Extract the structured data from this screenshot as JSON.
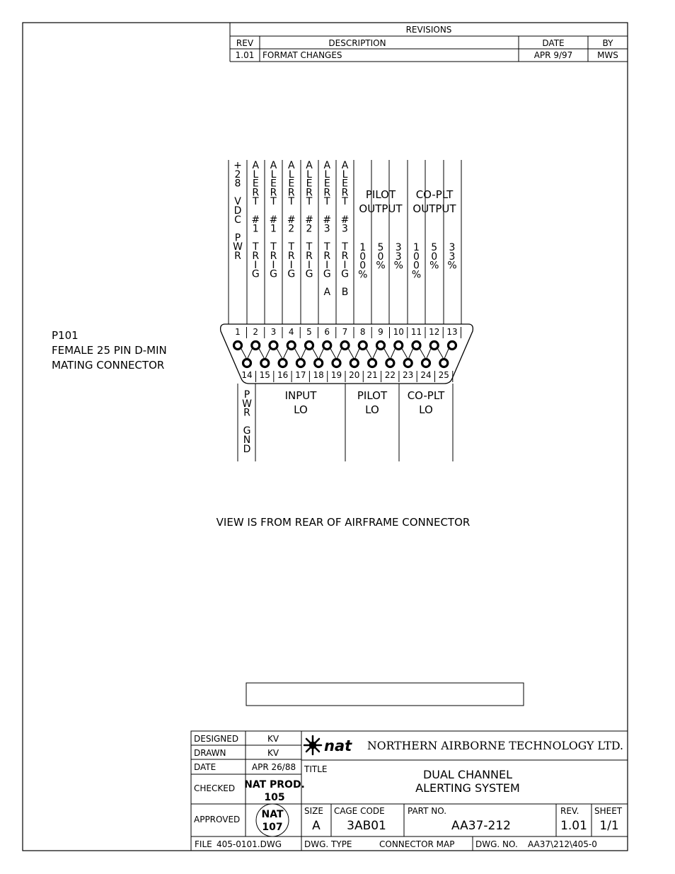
{
  "revisions": {
    "title": "REVISIONS",
    "headers": {
      "rev": "REV",
      "description": "DESCRIPTION",
      "date": "DATE",
      "by": "BY"
    },
    "rows": [
      {
        "rev": "1.01",
        "description": "FORMAT CHANGES",
        "date": "APR 9/97",
        "by": "MWS"
      }
    ]
  },
  "pin_labels_top": [
    "+28 VDC PWR",
    "ALERT #1 TRIG",
    "ALERT #1 TRIG",
    "ALERT #2 TRIG",
    "ALERT #2 TRIG",
    "ALERT #3 TRIG A",
    "ALERT #3 TRIG B",
    "100%",
    "50%",
    "33%",
    "100%",
    "50%",
    "33%"
  ],
  "group_labels_top": [
    {
      "line1": "PILOT",
      "line2": "OUTPUT"
    },
    {
      "line1": "CO-PLT",
      "line2": "OUTPUT"
    }
  ],
  "pins_top": [
    "1",
    "2",
    "3",
    "4",
    "5",
    "6",
    "7",
    "8",
    "9",
    "10",
    "11",
    "12",
    "13"
  ],
  "pins_bottom": [
    "14",
    "15",
    "16",
    "17",
    "18",
    "19",
    "20",
    "21",
    "22",
    "23",
    "24",
    "25"
  ],
  "bottom_labels": [
    {
      "text": "PWR GND"
    },
    {
      "line1": "INPUT",
      "line2": "LO"
    },
    {
      "line1": "PILOT",
      "line2": "LO"
    },
    {
      "line1": "CO-PLT",
      "line2": "LO"
    }
  ],
  "connector_label": [
    "P101",
    "FEMALE 25 PIN D-MIN",
    "MATING CONNECTOR"
  ],
  "view_note": "VIEW IS FROM REAR OF AIRFRAME CONNECTOR",
  "title_block": {
    "designed_label": "DESIGNED",
    "designed": "KV",
    "drawn_label": "DRAWN",
    "drawn": "KV",
    "date_label": "DATE",
    "date": "APR 26/88",
    "checked_label": "CHECKED",
    "checked_line1": "NAT PROD.",
    "checked_line2": "105",
    "approved_label": "APPROVED",
    "approved_line1": "NAT",
    "approved_line2": "107",
    "logo": "nat",
    "company": "NORTHERN AIRBORNE TECHNOLOGY LTD.",
    "title_label": "TITLE",
    "title_line1": "DUAL CHANNEL",
    "title_line2": "ALERTING SYSTEM",
    "size_label": "SIZE",
    "size": "A",
    "cage_label": "CAGE CODE",
    "cage": "3AB01",
    "part_label": "PART NO.",
    "part": "AA37-212",
    "rev_label": "REV.",
    "rev": "1.01",
    "sheet_label": "SHEET",
    "sheet": "1/1",
    "file_label": "FILE",
    "file": "405-0101.DWG",
    "dwg_type_label": "DWG. TYPE",
    "dwg_type": "CONNECTOR MAP",
    "dwg_no_label": "DWG. NO.",
    "dwg_no": "AA37\\212\\405-0"
  },
  "colors": {
    "ink": "#000000",
    "paper": "#ffffff"
  }
}
